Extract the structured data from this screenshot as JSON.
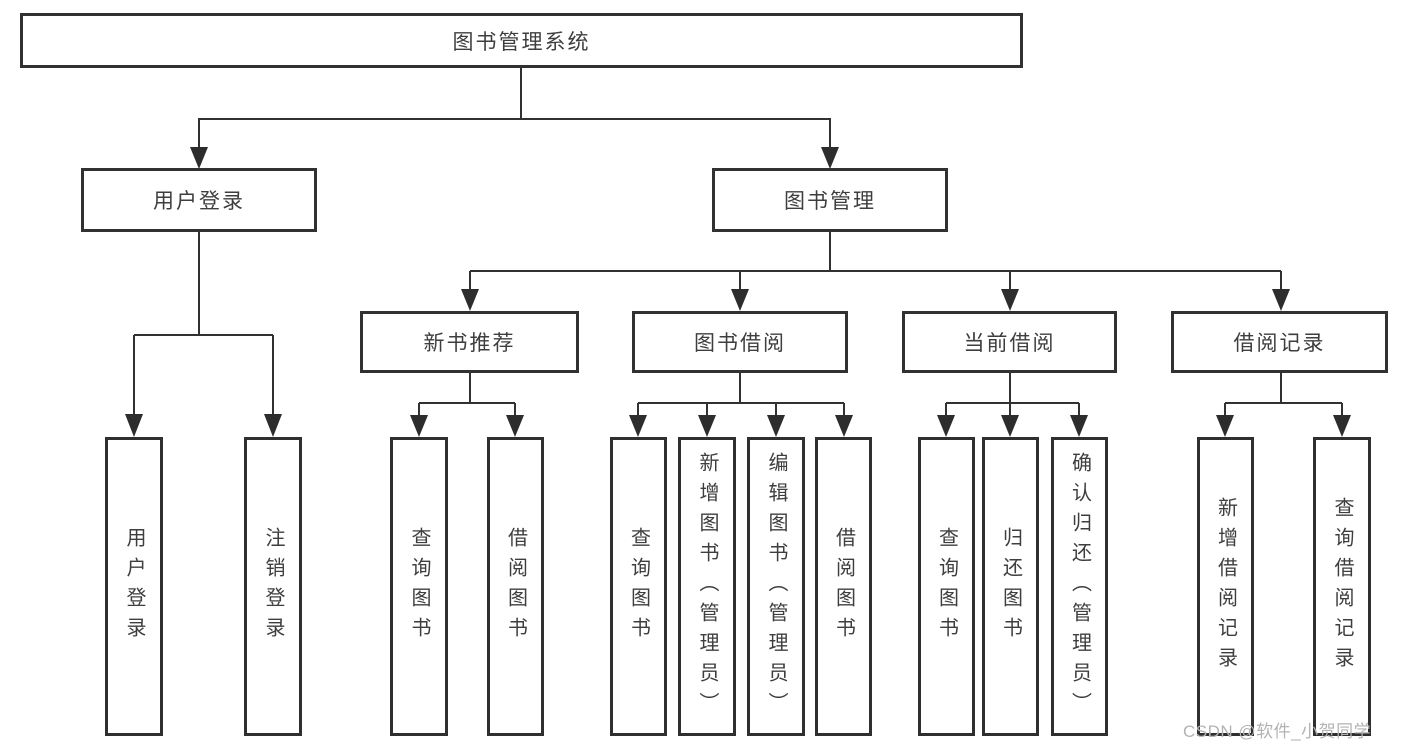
{
  "tree": {
    "root": "图书管理系统",
    "branches": [
      {
        "label": "用户登录",
        "children": [
          "用户登录",
          "注销登录"
        ]
      },
      {
        "label": "图书管理",
        "groups": [
          {
            "label": "新书推荐",
            "children": [
              "查询图书",
              "借阅图书"
            ]
          },
          {
            "label": "图书借阅",
            "children": [
              "查询图书",
              "新增图书（管理员）",
              "编辑图书（管理员）",
              "借阅图书"
            ]
          },
          {
            "label": "当前借阅",
            "children": [
              "查询图书",
              "归还图书",
              "确认归还（管理员）"
            ]
          },
          {
            "label": "借阅记录",
            "children": [
              "新增借阅记录",
              "查询借阅记录"
            ]
          }
        ]
      }
    ]
  },
  "colors": {
    "line": "#313131",
    "text": "#3e3e3e",
    "watermark": "#b3b3b3",
    "background": "#ffffff"
  },
  "watermark": {
    "text": "CSDN @软件_小贺同学"
  }
}
